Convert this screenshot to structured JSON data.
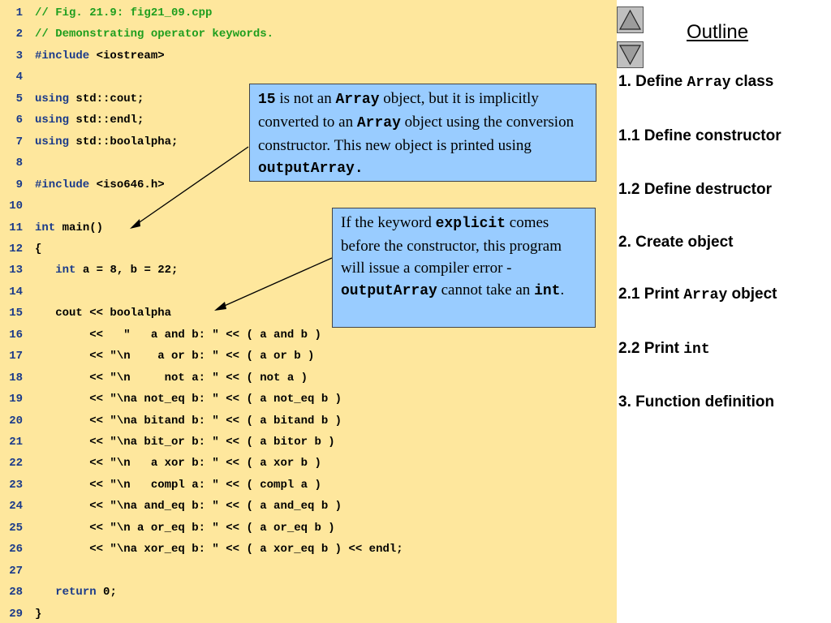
{
  "code_lines": [
    {
      "n": "1",
      "tokens": [
        {
          "t": "// Fig. 21.9: fig21_09.cpp",
          "c": "comment"
        }
      ]
    },
    {
      "n": "2",
      "tokens": [
        {
          "t": "// Demonstrating operator keywords.",
          "c": "comment"
        }
      ]
    },
    {
      "n": "3",
      "tokens": [
        {
          "t": "#include",
          "c": "preproc"
        },
        {
          "t": " <iostream>",
          "c": "plain"
        }
      ]
    },
    {
      "n": "4",
      "tokens": []
    },
    {
      "n": "5",
      "tokens": [
        {
          "t": "using",
          "c": "keyword"
        },
        {
          "t": " std::cout;",
          "c": "plain"
        }
      ]
    },
    {
      "n": "6",
      "tokens": [
        {
          "t": "using",
          "c": "keyword"
        },
        {
          "t": " std::endl;",
          "c": "plain"
        }
      ]
    },
    {
      "n": "7",
      "tokens": [
        {
          "t": "using",
          "c": "keyword"
        },
        {
          "t": " std::boolalpha;",
          "c": "plain"
        }
      ]
    },
    {
      "n": "8",
      "tokens": []
    },
    {
      "n": "9",
      "tokens": [
        {
          "t": "#include",
          "c": "preproc"
        },
        {
          "t": " <iso646.h>",
          "c": "plain"
        }
      ]
    },
    {
      "n": "10",
      "tokens": []
    },
    {
      "n": "11",
      "tokens": [
        {
          "t": "int",
          "c": "keyword"
        },
        {
          "t": " main()",
          "c": "plain"
        }
      ]
    },
    {
      "n": "12",
      "tokens": [
        {
          "t": "{",
          "c": "plain"
        }
      ]
    },
    {
      "n": "13",
      "tokens": [
        {
          "t": "   ",
          "c": "plain"
        },
        {
          "t": "int",
          "c": "keyword"
        },
        {
          "t": " a = 8, b = 22;",
          "c": "plain"
        }
      ]
    },
    {
      "n": "14",
      "tokens": []
    },
    {
      "n": "15",
      "tokens": [
        {
          "t": "   cout << boolalpha",
          "c": "plain"
        }
      ]
    },
    {
      "n": "16",
      "tokens": [
        {
          "t": "        <<   \"   a and b: \" << ( a and b )",
          "c": "plain"
        }
      ]
    },
    {
      "n": "17",
      "tokens": [
        {
          "t": "        << \"\\n    a or b: \" << ( a or b )",
          "c": "plain"
        }
      ]
    },
    {
      "n": "18",
      "tokens": [
        {
          "t": "        << \"\\n     not a: \" << ( not a )",
          "c": "plain"
        }
      ]
    },
    {
      "n": "19",
      "tokens": [
        {
          "t": "        << \"\\na not_eq b: \" << ( a not_eq b )",
          "c": "plain"
        }
      ]
    },
    {
      "n": "20",
      "tokens": [
        {
          "t": "        << \"\\na bitand b: \" << ( a bitand b )",
          "c": "plain"
        }
      ]
    },
    {
      "n": "21",
      "tokens": [
        {
          "t": "        << \"\\na bit_or b: \" << ( a bitor b )",
          "c": "plain"
        }
      ]
    },
    {
      "n": "22",
      "tokens": [
        {
          "t": "        << \"\\n   a xor b: \" << ( a xor b )",
          "c": "plain"
        }
      ]
    },
    {
      "n": "23",
      "tokens": [
        {
          "t": "        << \"\\n   compl a: \" << ( compl a )",
          "c": "plain"
        }
      ]
    },
    {
      "n": "24",
      "tokens": [
        {
          "t": "        << \"\\na and_eq b: \" << ( a and_eq b )",
          "c": "plain"
        }
      ]
    },
    {
      "n": "25",
      "tokens": [
        {
          "t": "        << \"\\n a or_eq b: \" << ( a or_eq b )",
          "c": "plain"
        }
      ]
    },
    {
      "n": "26",
      "tokens": [
        {
          "t": "        << \"\\na xor_eq b: \" << ( a xor_eq b ) << endl;",
          "c": "plain"
        }
      ]
    },
    {
      "n": "27",
      "tokens": []
    },
    {
      "n": "28",
      "tokens": [
        {
          "t": "   ",
          "c": "plain"
        },
        {
          "t": "return",
          "c": "keyword"
        },
        {
          "t": " 0;",
          "c": "plain"
        }
      ]
    },
    {
      "n": "29",
      "tokens": [
        {
          "t": "}",
          "c": "plain"
        }
      ]
    }
  ],
  "callout1": {
    "p1_mono": "15",
    "p2": " is not an ",
    "p3_mono": "Array",
    "p4": " object, but it is implicitly converted to an ",
    "p5_mono": "Array",
    "p6": " object using the conversion constructor.  This new object is printed using ",
    "p7_mono": "outputArray."
  },
  "callout2": {
    "p1": "If the keyword ",
    "p2_mono": "explicit",
    "p3": " comes before the constructor, this program will issue a compiler error - ",
    "p4_mono": "outputArray",
    "p5": " cannot take an ",
    "p6_mono": "int",
    "p7": "."
  },
  "outline": {
    "title": "Outline",
    "items": [
      {
        "a": "1. Define ",
        "m": "Array",
        "b": " class"
      },
      {
        "a": "1.1 Define constructor",
        "m": "",
        "b": ""
      },
      {
        "a": "1.2 Define destructor",
        "m": "",
        "b": ""
      },
      {
        "a": "2. Create object",
        "m": "",
        "b": ""
      },
      {
        "a": "2.1 Print ",
        "m": "Array",
        "b": " object"
      },
      {
        "a": "2.2 Print ",
        "m": "int",
        "b": ""
      },
      {
        "a": "3. Function definition",
        "m": "",
        "b": ""
      }
    ]
  },
  "icons": {
    "prev": "triangle-up-icon",
    "next": "triangle-down-icon"
  }
}
